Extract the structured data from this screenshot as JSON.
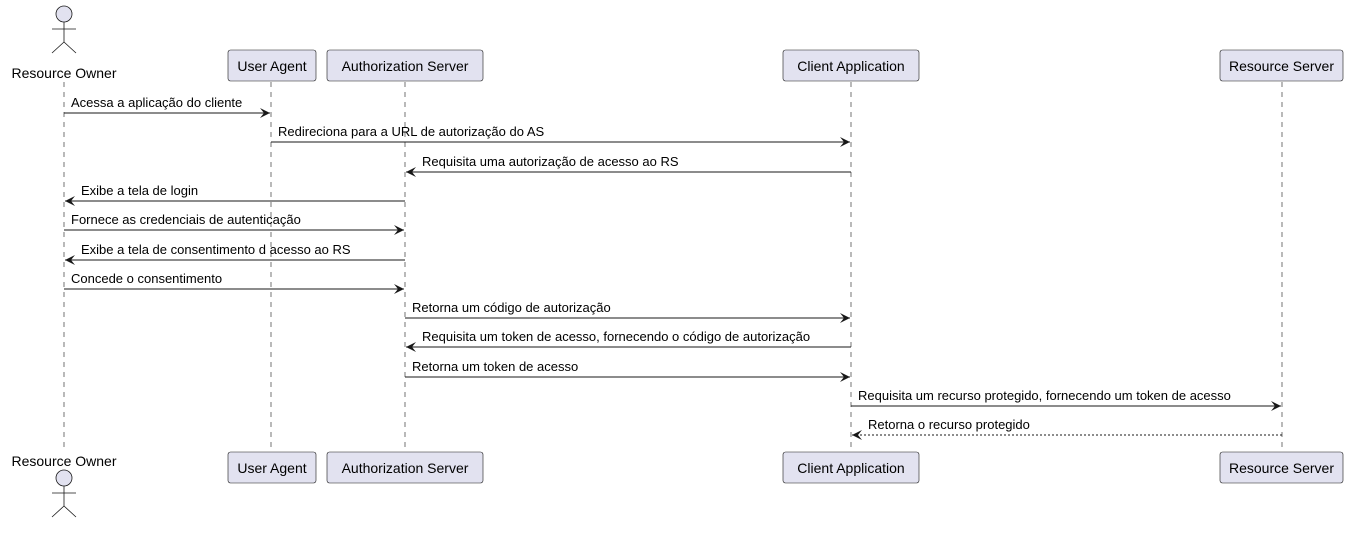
{
  "colors": {
    "participant_fill": "#E2E2F0",
    "participant_border": "#181818",
    "lifeline": "#181818",
    "arrow": "#181818"
  },
  "participants": [
    {
      "id": "ro",
      "label": "Resource Owner",
      "shape": "actor"
    },
    {
      "id": "ua",
      "label": "User Agent",
      "shape": "box"
    },
    {
      "id": "as",
      "label": "Authorization Server",
      "shape": "box"
    },
    {
      "id": "ca",
      "label": "Client Application",
      "shape": "box"
    },
    {
      "id": "rs",
      "label": "Resource Server",
      "shape": "box"
    }
  ],
  "messages": [
    {
      "from": "ro",
      "to": "ua",
      "label": "Acessa a aplicação do cliente",
      "style": "solid"
    },
    {
      "from": "ua",
      "to": "ca",
      "label": "Redireciona para a URL de autorização do AS",
      "style": "solid"
    },
    {
      "from": "ca",
      "to": "as",
      "label": "Requisita uma autorização de acesso ao RS",
      "style": "solid"
    },
    {
      "from": "as",
      "to": "ro",
      "label": "Exibe a tela de login",
      "style": "solid"
    },
    {
      "from": "ro",
      "to": "as",
      "label": "Fornece as credenciais de autenticação",
      "style": "solid"
    },
    {
      "from": "as",
      "to": "ro",
      "label": "Exibe a tela de consentimento d acesso ao RS",
      "style": "solid"
    },
    {
      "from": "ro",
      "to": "as",
      "label": "Concede o consentimento",
      "style": "solid"
    },
    {
      "from": "as",
      "to": "ca",
      "label": "Retorna um código de autorização",
      "style": "solid"
    },
    {
      "from": "ca",
      "to": "as",
      "label": "Requisita um token de acesso, fornecendo o código de autorização",
      "style": "solid"
    },
    {
      "from": "as",
      "to": "ca",
      "label": "Retorna um token de acesso",
      "style": "solid"
    },
    {
      "from": "ca",
      "to": "rs",
      "label": "Requisita um recurso protegido, fornecendo um token de acesso",
      "style": "solid"
    },
    {
      "from": "rs",
      "to": "ca",
      "label": "Retorna o recurso protegido",
      "style": "dashed"
    }
  ]
}
